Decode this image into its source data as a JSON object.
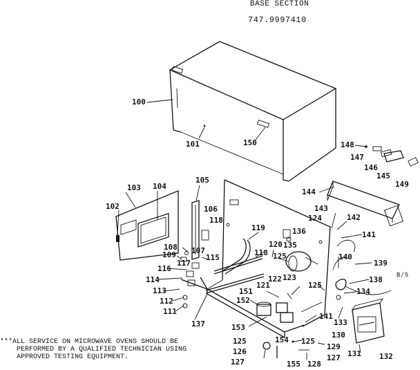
{
  "header": {
    "title": "BASE SECTION",
    "model": "747.9997410"
  },
  "page_ref": "B/5",
  "note": {
    "lines": [
      "***ALL SERVICE ON MICROWAVE OVENS SHOULD BE",
      "    PERFORMED BY A QUALIFIED TECHNICIAN USING",
      "    APPROVED TESTING EQUIPMENT."
    ]
  },
  "callouts": [
    "100",
    "101",
    "150",
    "148",
    "147",
    "146",
    "145",
    "149",
    "144",
    "105",
    "103",
    "104",
    "102",
    "106",
    "118",
    "107",
    "108",
    "109",
    "117",
    "115",
    "116",
    "114",
    "113",
    "112",
    "111",
    "137",
    "119",
    "120",
    "118",
    "125",
    "136",
    "135",
    "143",
    "124",
    "142",
    "141",
    "140",
    "139",
    "138",
    "151",
    "121",
    "122",
    "123",
    "125",
    "134",
    "152",
    "153",
    "141",
    "133",
    "125",
    "126",
    "127",
    "154",
    "125",
    "129",
    "130",
    "127",
    "128",
    "155",
    "131",
    "132"
  ]
}
